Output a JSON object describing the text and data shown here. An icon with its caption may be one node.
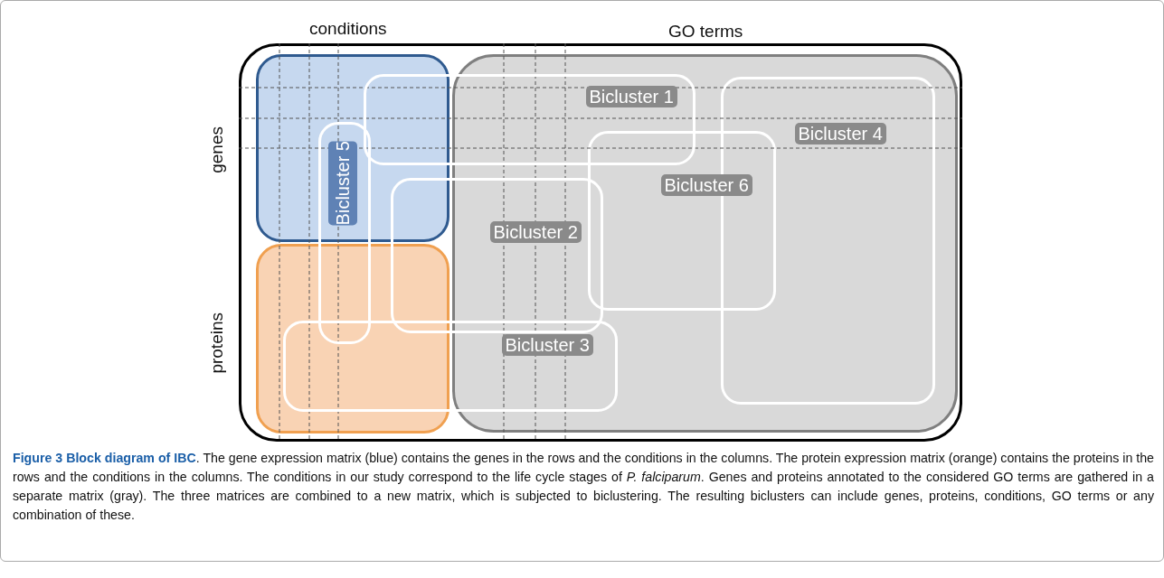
{
  "diagram": {
    "caption": "**Figure 3 Block diagram of IBC**. The gene expression matrix (blue) contains the genes in the rows and the conditions in the columns. The protein expression matrix (orange) contains the proteins in the rows and the conditions in the columns. The conditions in our study correspond to the life cycle stages of *P. falciparum*. Genes and proteins annotated to the considered GO terms are gathered in a separate matrix (gray). The three matrices are combined to a new matrix, which is subjected to biclustering. The resulting biclusters can include genes, proteins, conditions, GO terms or any combination of these.",
    "nodes": [
      {
        "text": [],
        "shape": "box"
      },
      {
        "text": [],
        "shape": "box",
        "in": 0
      },
      {
        "text": [],
        "shape": "box",
        "in": 0
      },
      {
        "text": [],
        "shape": "box",
        "in": 0
      },
      {
        "text": [
          "Bicluster 1"
        ],
        "in": 0
      },
      {
        "text": [
          "Bicluster 4"
        ],
        "in": 3
      },
      {
        "text": [
          "Bicluster 5"
        ],
        "in": 0
      },
      {
        "text": [
          "Bicluster 6"
        ],
        "in": 3
      },
      {
        "text": [
          "Bicluster 2"
        ],
        "in": 0
      },
      {
        "text": [
          "Bicluster 3"
        ],
        "in": 0
      }
    ],
    "labels": [
      "conditions",
      "GO terms",
      "genes",
      "proteins"
    ]
  }
}
